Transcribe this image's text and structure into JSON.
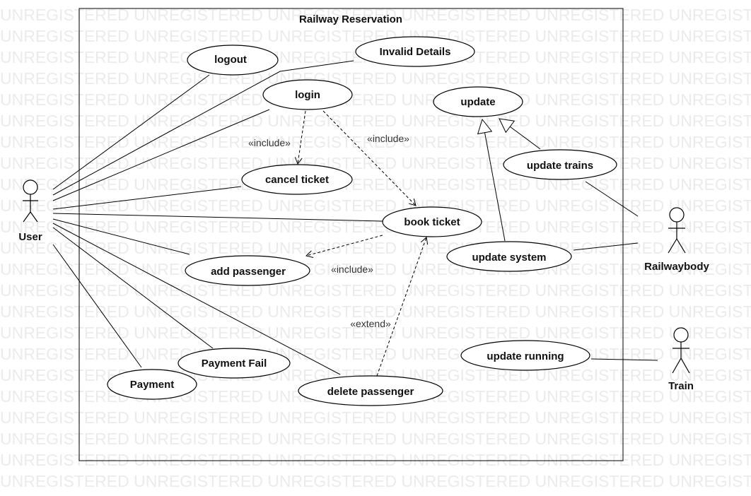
{
  "diagram": {
    "title": "Railway Reservation",
    "watermark_text": "UNREGISTERED",
    "actors": [
      {
        "id": "user",
        "name": "User"
      },
      {
        "id": "railwaybody",
        "name": "Railwaybody"
      },
      {
        "id": "train",
        "name": "Train"
      }
    ],
    "use_cases": [
      {
        "id": "logout",
        "label": "logout"
      },
      {
        "id": "invalid_details",
        "label": "Invalid Details"
      },
      {
        "id": "login",
        "label": "login"
      },
      {
        "id": "cancel_ticket",
        "label": "cancel ticket"
      },
      {
        "id": "book_ticket",
        "label": "book ticket"
      },
      {
        "id": "add_passenger",
        "label": "add passenger"
      },
      {
        "id": "payment_fail",
        "label": "Payment Fail"
      },
      {
        "id": "payment",
        "label": "Payment"
      },
      {
        "id": "delete_passenger",
        "label": "delete passenger"
      },
      {
        "id": "update",
        "label": "update"
      },
      {
        "id": "update_trains",
        "label": "update trains"
      },
      {
        "id": "update_system",
        "label": "update system"
      },
      {
        "id": "update_running",
        "label": "update running"
      }
    ],
    "relations": [
      {
        "type": "include",
        "label": "«include»",
        "from": "login",
        "to": "cancel_ticket"
      },
      {
        "type": "include",
        "label": "«include»",
        "from": "login",
        "to": "book_ticket"
      },
      {
        "type": "include",
        "label": "«include»",
        "from": "book_ticket",
        "to": "add_passenger"
      },
      {
        "type": "extend",
        "label": "«extend»",
        "from": "delete_passenger",
        "to": "book_ticket"
      },
      {
        "type": "generalization",
        "from": "update_system",
        "to": "update"
      },
      {
        "type": "generalization",
        "from": "update_trains",
        "to": "update"
      },
      {
        "type": "association",
        "from": "user",
        "to": "logout"
      },
      {
        "type": "association",
        "from": "user",
        "to": "invalid_details"
      },
      {
        "type": "association",
        "from": "user",
        "to": "login"
      },
      {
        "type": "association",
        "from": "user",
        "to": "cancel_ticket"
      },
      {
        "type": "association",
        "from": "user",
        "to": "book_ticket"
      },
      {
        "type": "association",
        "from": "user",
        "to": "add_passenger"
      },
      {
        "type": "association",
        "from": "user",
        "to": "delete_passenger"
      },
      {
        "type": "association",
        "from": "user",
        "to": "payment_fail"
      },
      {
        "type": "association",
        "from": "user",
        "to": "payment"
      },
      {
        "type": "association",
        "from": "railwaybody",
        "to": "update_trains"
      },
      {
        "type": "association",
        "from": "railwaybody",
        "to": "update_system"
      },
      {
        "type": "association",
        "from": "train",
        "to": "update_running"
      }
    ]
  }
}
